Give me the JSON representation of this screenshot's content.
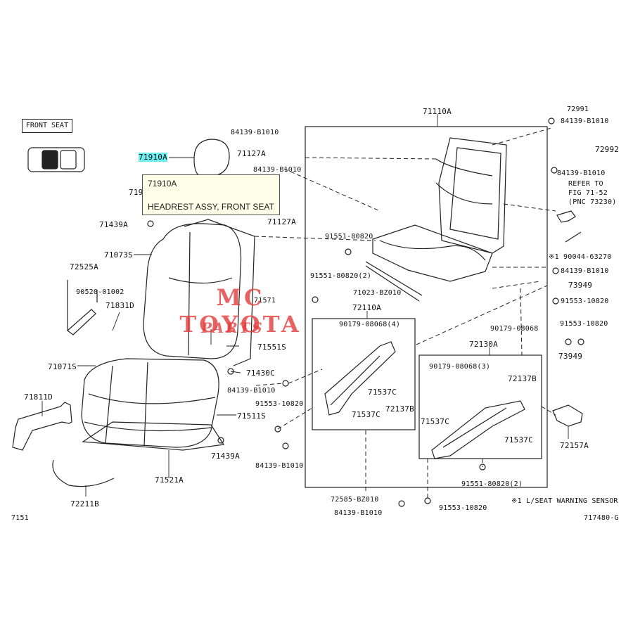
{
  "header": {
    "front_seat": "FRONT SEAT"
  },
  "tooltip": {
    "part_number": "71910A",
    "description": "HEADREST ASSY, FRONT SEAT"
  },
  "watermark": {
    "line1": "MC TOYOTA",
    "line2": "PARTS"
  },
  "parts": {
    "p71910A": "71910A",
    "p719": "719",
    "p71439A_top": "71439A",
    "p71073S": "71073S",
    "p72525A": "72525A",
    "p90520": "90520-01002",
    "p71831D": "71831D",
    "p71071S": "71071S",
    "p71811D": "71811D",
    "p72211B": "72211B",
    "p7151": "7151",
    "p71571": "71571",
    "p71551S": "71551S",
    "p71430C": "71430C",
    "p84139_b1": "84139-B1010",
    "p91553_a": "91553-10820",
    "p71511S": "71511S",
    "p71439A_bot": "71439A",
    "p84139_b2": "84139-B1010",
    "p71521A": "71521A",
    "p84139_t1": "84139-B1010",
    "p71127A_1": "71127A",
    "p84139_t2": "84139-B1010",
    "p71127A_2": "71127A",
    "p71110A": "71110A",
    "p91551_a": "91551-80820",
    "p91551_b": "91551-80820(2)",
    "p71023": "71023-BZ010",
    "p72110A": "72110A",
    "p90179_a": "90179-08068(4)",
    "p71537C_1": "71537C",
    "p72137B_1": "72137B",
    "p71537C_2": "71537C",
    "p72585": "72585-BZ010",
    "p84139_b3": "84139-B1010",
    "p91553_b": "91553-10820",
    "p72991": "72991",
    "p84139_r1": "84139-B1010",
    "p72992": "72992",
    "p84139_r2": "84139-B1010",
    "refer1": "REFER TO",
    "refer2": "FIG 71-52",
    "refer3": "(PNC 73230)",
    "p90044": "※1 90044-63270",
    "p84139_r3": "84139-B1010",
    "p73949_1": "73949",
    "p91553_r": "91553-10820",
    "p90179_b": "90179-08068",
    "p91553_r2": "91553-10820",
    "p73949_2": "73949",
    "p72130A": "72130A",
    "p90179_c": "90179-08068(3)",
    "p72137B_2": "72137B",
    "p71537C_3": "71537C",
    "p71537C_4": "71537C",
    "p72157A": "72157A",
    "p91551_c": "91551-80820(2)",
    "note": "※1 L/SEAT WARNING SENSOR",
    "footer_left": "7151",
    "footer_right": "717480-G"
  }
}
